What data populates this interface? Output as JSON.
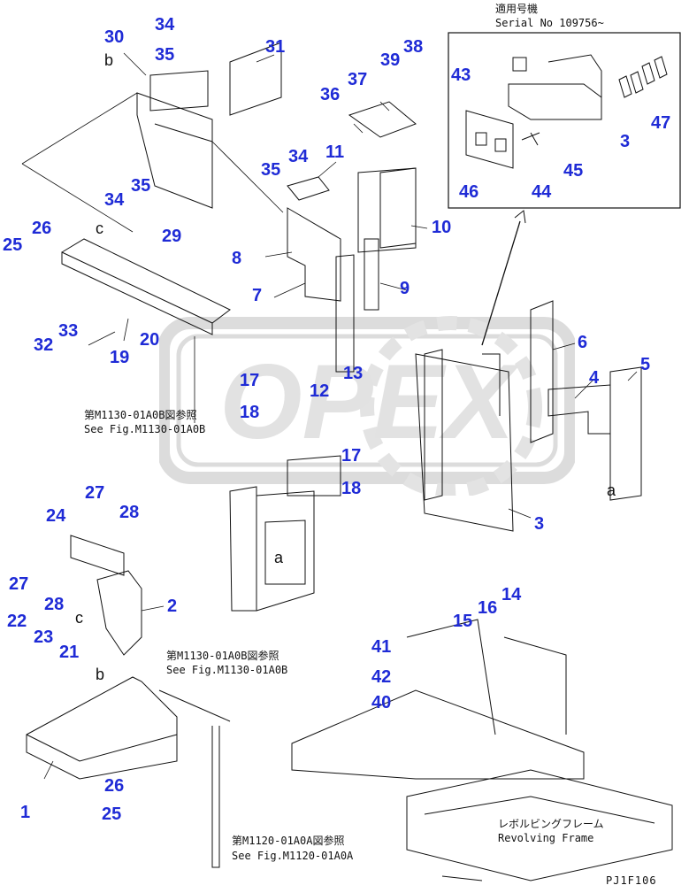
{
  "header": {
    "applicable_label": "適用号機",
    "serial_label": "Serial No 109756~"
  },
  "drawing_code": "PJ1F106",
  "references": {
    "m1130_jp": "第M1130-01A0B図参照",
    "m1130_en": "See Fig.M1130-01A0B",
    "m1130b_jp": "第M1130-01A0B図参照",
    "m1130b_en": "See Fig.M1130-01A0B",
    "m1120_jp": "第M1120-01A0A図参照",
    "m1120_en": "See Fig.M1120-01A0A"
  },
  "revolving_frame": {
    "jp": "レボルビングフレーム",
    "en": "Revolving Frame"
  },
  "view_markers": {
    "a": "a",
    "b": "b",
    "c": "c"
  },
  "part_labels": {
    "p1": "1",
    "p2": "2",
    "p3a": "3",
    "p3b": "3",
    "p4": "4",
    "p5": "5",
    "p6": "6",
    "p7": "7",
    "p8": "8",
    "p9": "9",
    "p10": "10",
    "p11": "11",
    "p12": "12",
    "p13": "13",
    "p14": "14",
    "p15": "15",
    "p16": "16",
    "p17a": "17",
    "p17b": "17",
    "p18a": "18",
    "p18b": "18",
    "p19": "19",
    "p20": "20",
    "p21": "21",
    "p22": "22",
    "p23": "23",
    "p24": "24",
    "p25a": "25",
    "p25b": "25",
    "p26a": "26",
    "p26b": "26",
    "p27a": "27",
    "p27b": "27",
    "p28a": "28",
    "p28b": "28",
    "p29": "29",
    "p30": "30",
    "p31": "31",
    "p32": "32",
    "p33": "33",
    "p34a": "34",
    "p34b": "34",
    "p34c": "34",
    "p35a": "35",
    "p35b": "35",
    "p35c": "35",
    "p36": "36",
    "p37": "37",
    "p38": "38",
    "p39": "39",
    "p40": "40",
    "p41": "41",
    "p42": "42",
    "p43": "43",
    "p44": "44",
    "p45": "45",
    "p46": "46",
    "p47": "47"
  },
  "colors": {
    "label": "#1f2bd6",
    "line": "#111111",
    "watermark": "#dcdcdc"
  }
}
